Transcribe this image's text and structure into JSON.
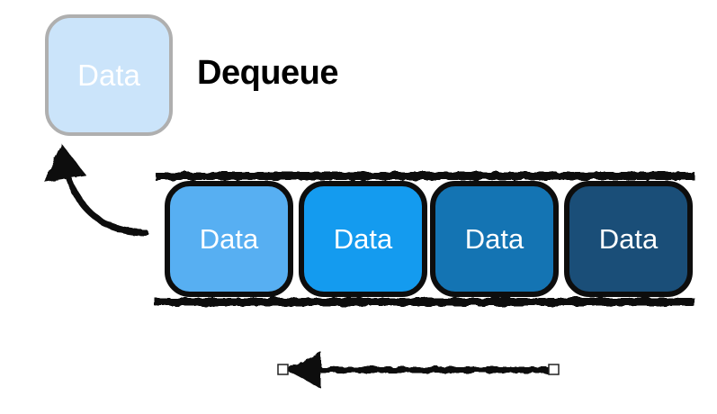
{
  "title": "Dequeue",
  "operation": {
    "dequeued_item": {
      "label": "Data",
      "fill": "#cbe4fa",
      "border_color": "#afafaf",
      "text_color": "#ffffff"
    }
  },
  "queue": {
    "items": [
      {
        "label": "Data",
        "fill": "#57aff2"
      },
      {
        "label": "Data",
        "fill": "#149bef"
      },
      {
        "label": "Data",
        "fill": "#1474b3"
      },
      {
        "label": "Data",
        "fill": "#1a4e78"
      }
    ],
    "item_text_color": "#ffffff",
    "rail_color": "#111111"
  },
  "arrows": {
    "ink_color": "#111111",
    "handle_fill": "#ffffff"
  },
  "colors": {
    "background": "#ffffff",
    "title_text": "#000000"
  }
}
